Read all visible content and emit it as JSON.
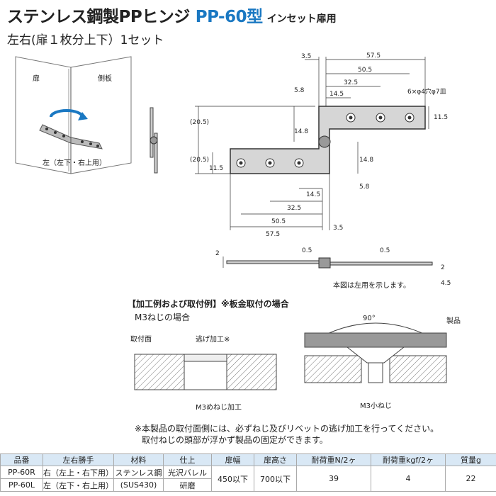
{
  "header": {
    "title": "ステンレス鋼製PPヒンジ",
    "model": "PP-60型",
    "subtitle_small": "インセット扉用"
  },
  "subtitle": "左右(扉１枚分上下）1セット",
  "left_diagram": {
    "door": "扉",
    "side_panel": "側板",
    "caption": "左（左下・右上用）"
  },
  "dims_top": {
    "d3_5": "3.5",
    "d57_5": "57.5",
    "d50_5": "50.5",
    "d32_5": "32.5",
    "d14_5": "14.5",
    "d5_8": "5.8",
    "d14_8": "14.8",
    "d20_5": "(20.5)",
    "d11_5": "11.5",
    "holes": "6×φ4穴φ7皿"
  },
  "dims_bottom": {
    "d20_5": "(20.5)",
    "d11_5": "11.5",
    "d14_5": "14.5",
    "d14_8": "14.8",
    "d5_8": "5.8",
    "d32_5": "32.5",
    "d50_5": "50.5",
    "d57_5": "57.5",
    "d3_5": "3.5"
  },
  "side_view": {
    "d2": "2",
    "d0_5a": "0.5",
    "d0_5b": "0.5",
    "d2b": "2",
    "d4_5": "4.5",
    "note": "本図は左用を示します。"
  },
  "process": {
    "heading": "【加工例および取付例】※板金取付の場合",
    "m3_case": "M3ねじの場合",
    "mount_face": "取付面",
    "relief": "逃げ加工※",
    "m3_tap": "M3めねじ加工",
    "angle": "90°",
    "product": "製品",
    "m3_screw": "M3小ねじ"
  },
  "notes": {
    "line1": "※本製品の取付面側には、必ずねじ及びリベットの逃げ加工を行ってください。",
    "line2": "取付ねじの頭部が浮かず製品の固定ができます。"
  },
  "table": {
    "headers": [
      "品番",
      "左右勝手",
      "材料",
      "仕上",
      "扉幅",
      "扉高さ",
      "耐荷重N/2ヶ",
      "耐荷重kgf/2ヶ",
      "質量g"
    ],
    "row1": {
      "part": "PP-60R",
      "hand": "右（左上・右下用）"
    },
    "row2": {
      "part": "PP-60L",
      "hand": "左（左下・右上用）"
    },
    "material": [
      "ステンレス鋼",
      "(SUS430)"
    ],
    "finish": [
      "光沢バレル",
      "研磨"
    ],
    "width": "450以下",
    "height": "700以下",
    "load_n": "39",
    "load_kgf": "4",
    "mass": "22"
  },
  "colors": {
    "accent": "#1a78c2",
    "table_header": "#d9e8f5",
    "metal": "#c8c8c8"
  }
}
